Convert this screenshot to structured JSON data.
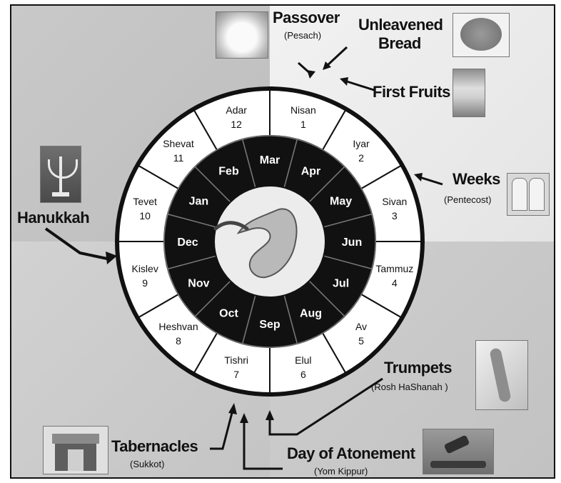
{
  "hebrew_months": [
    {
      "name": "Nisan",
      "num": "1"
    },
    {
      "name": "Iyar",
      "num": "2"
    },
    {
      "name": "Sivan",
      "num": "3"
    },
    {
      "name": "Tammuz",
      "num": "4"
    },
    {
      "name": "Av",
      "num": "5"
    },
    {
      "name": "Elul",
      "num": "6"
    },
    {
      "name": "Tishri",
      "num": "7"
    },
    {
      "name": "Heshvan",
      "num": "8"
    },
    {
      "name": "Kislev",
      "num": "9"
    },
    {
      "name": "Tevet",
      "num": "10"
    },
    {
      "name": "Shevat",
      "num": "11"
    },
    {
      "name": "Adar",
      "num": "12"
    }
  ],
  "gregorian_months": [
    "Mar",
    "Apr",
    "May",
    "Jun",
    "Jul",
    "Aug",
    "Sep",
    "Oct",
    "Nov",
    "Dec",
    "Jan",
    "Feb"
  ],
  "feasts": {
    "passover": {
      "title": "Passover",
      "sub": "(Pesach)"
    },
    "unleavened": {
      "title1": "Unleavened",
      "title2": "Bread"
    },
    "first_fruits": {
      "title": "First Fruits"
    },
    "weeks": {
      "title": "Weeks",
      "sub": "(Pentecost)"
    },
    "trumpets": {
      "title": "Trumpets",
      "sub": "(Rosh HaShanah )"
    },
    "atonement": {
      "title": "Day of Atonement",
      "sub": "(Yom Kippur)"
    },
    "tabernacles": {
      "title": "Tabernacles",
      "sub": "(Sukkot)"
    },
    "hanukkah": {
      "title": "Hanukkah"
    }
  },
  "colors": {
    "ring_dark": "#111111",
    "ring_light": "#ffffff",
    "arrow": "#111111"
  }
}
